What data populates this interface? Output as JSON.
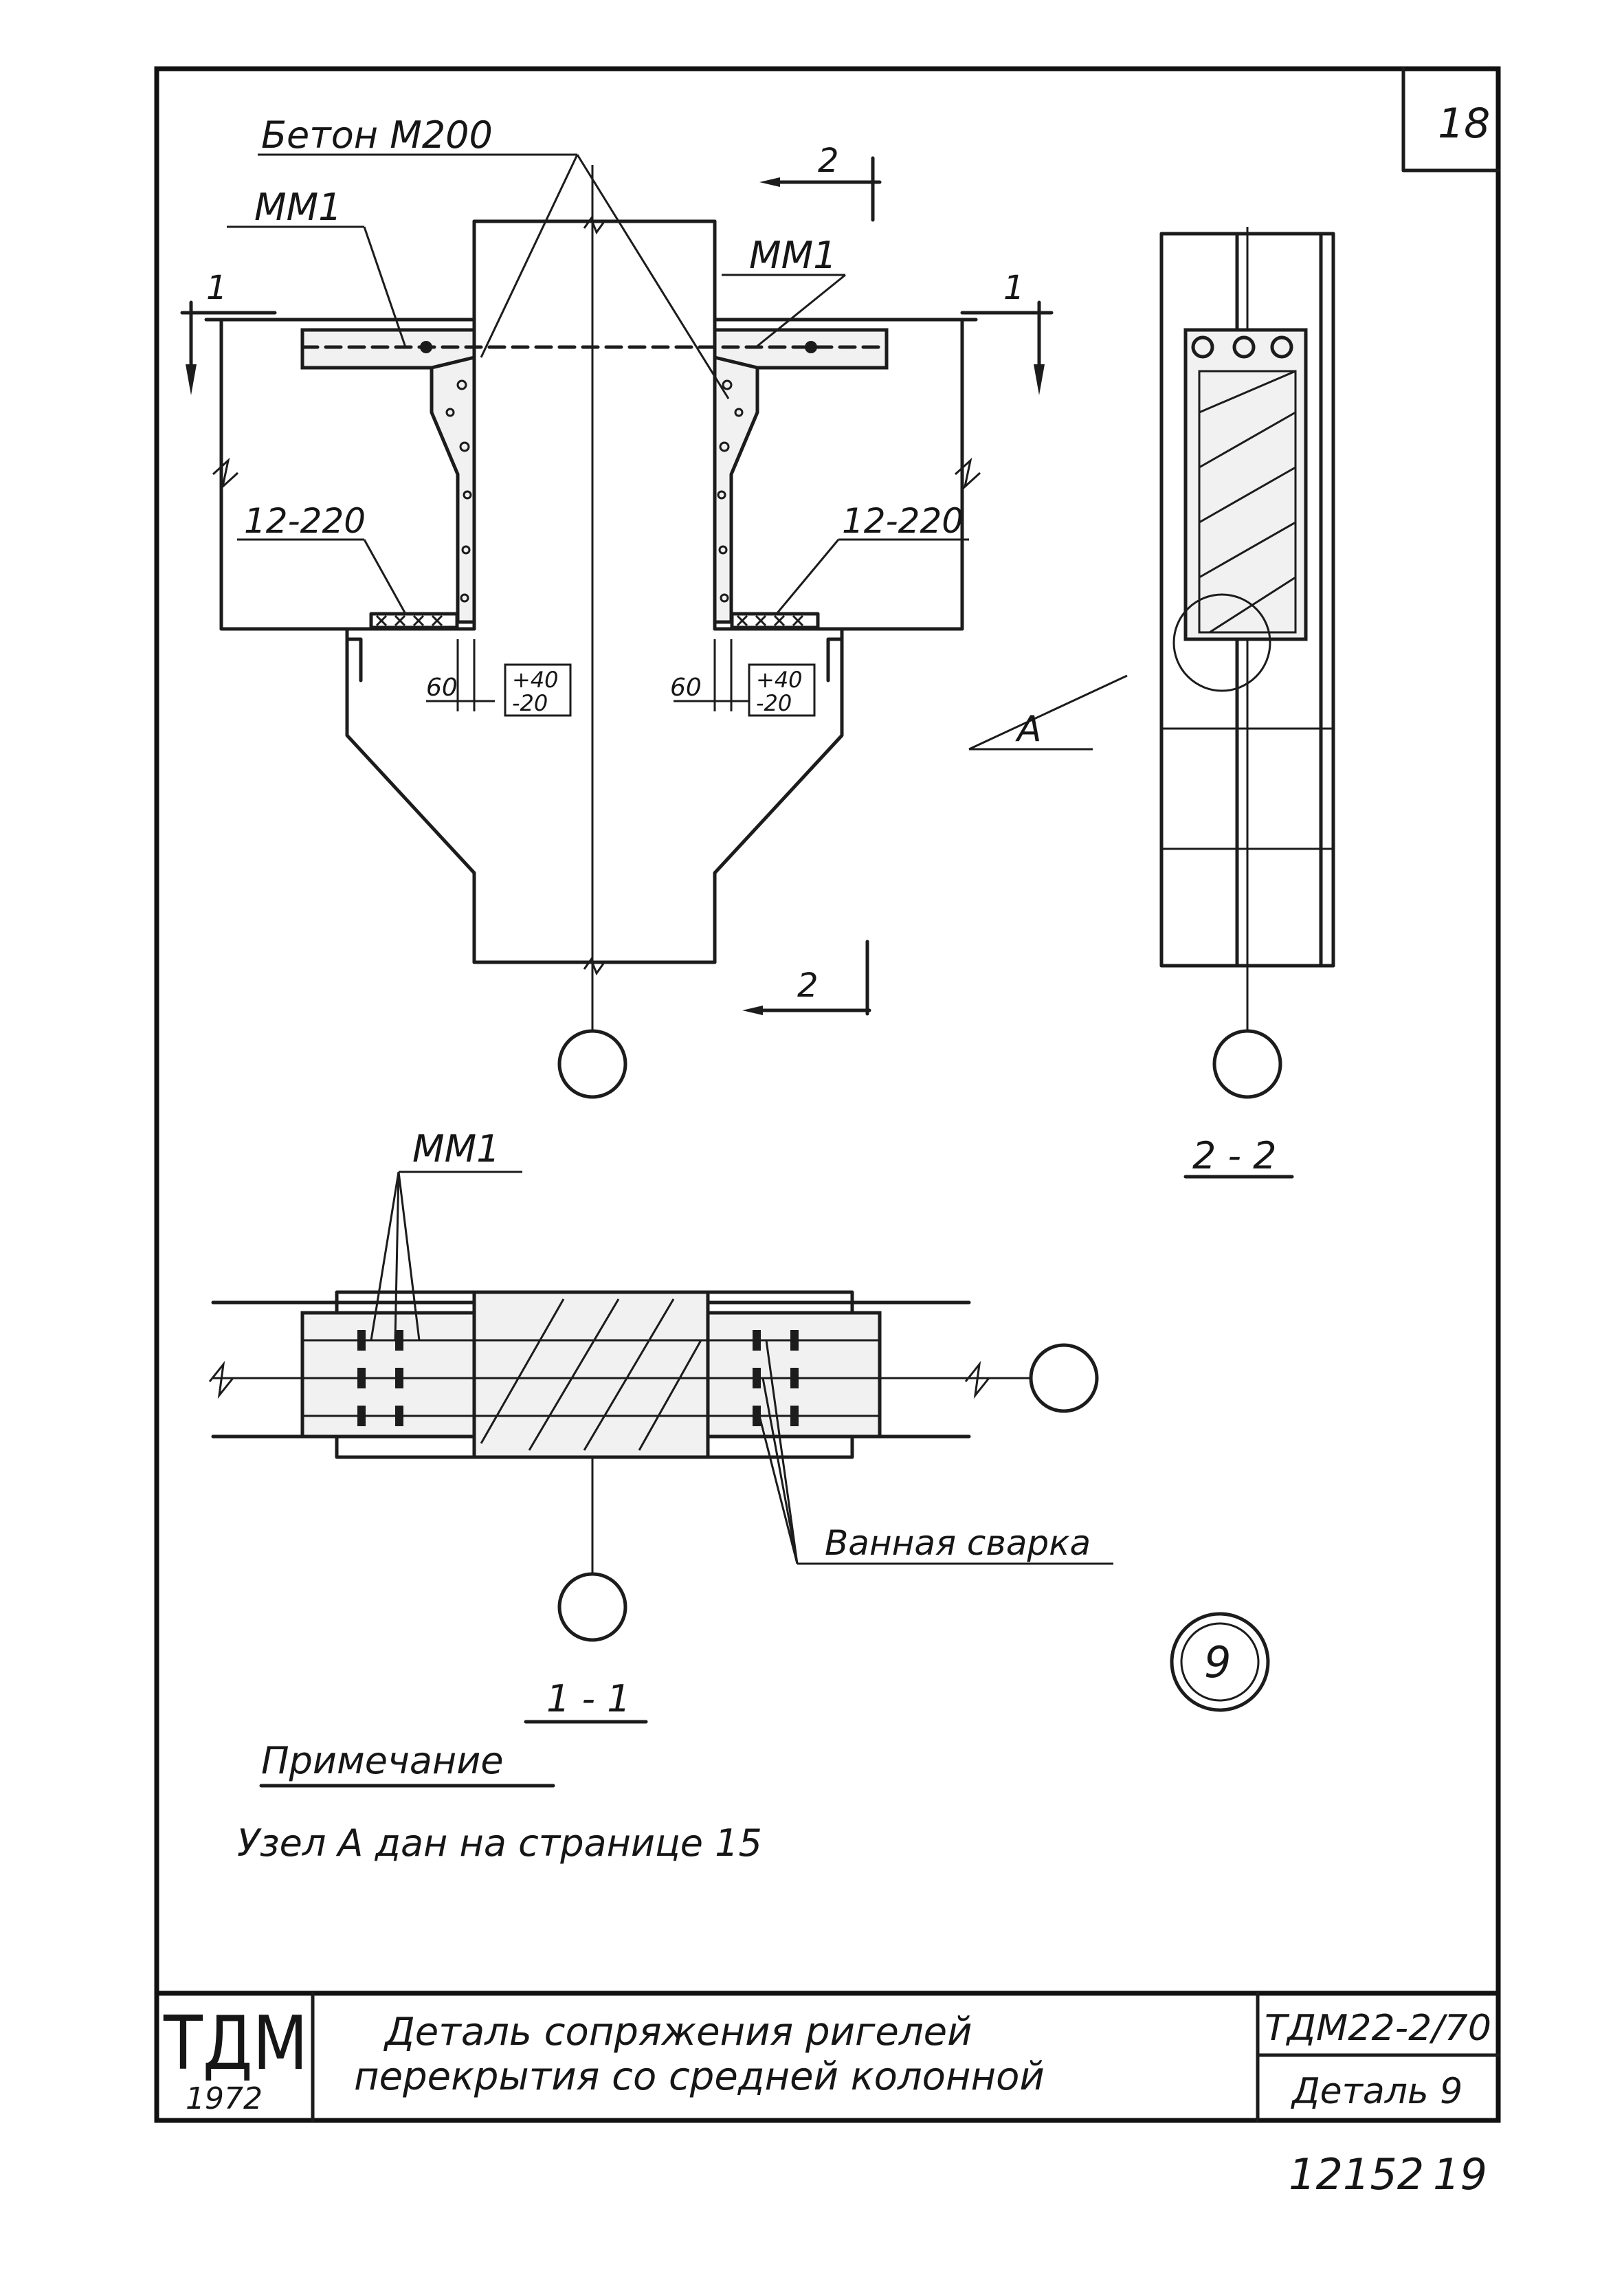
{
  "sheet": {
    "number": "18"
  },
  "labels": {
    "concrete": "Бетон М200",
    "mm1_left": "ММ1",
    "mm1_right": "ММ1",
    "mm1_plan": "ММ1",
    "plate_left": "12-220",
    "plate_right": "12-220",
    "dim_left": "60",
    "dim_right": "60",
    "tol_left_plus": "+40",
    "tol_left_minus": "-20",
    "tol_right_plus": "+40",
    "tol_right_minus": "-20",
    "node_a": "А",
    "bath_welding": "Ванная сварка"
  },
  "sections": {
    "cut1_left": "1",
    "cut1_right": "1",
    "cut2_top": "2",
    "cut2_bottom": "2",
    "section_22": "2 - 2",
    "section_11": "1 - 1"
  },
  "detail_badge": "9",
  "note": {
    "title": "Примечание",
    "text": "Узел А дан на странице 15"
  },
  "title_block": {
    "org": "ТДМ",
    "year": "1972",
    "title_line1": "Деталь сопряжения ригелей",
    "title_line2": "перекрытия со средней колонной",
    "code": "ТДМ22-2/70",
    "detail": "Деталь 9"
  },
  "footer": {
    "inventory": "12152",
    "page": "19"
  }
}
